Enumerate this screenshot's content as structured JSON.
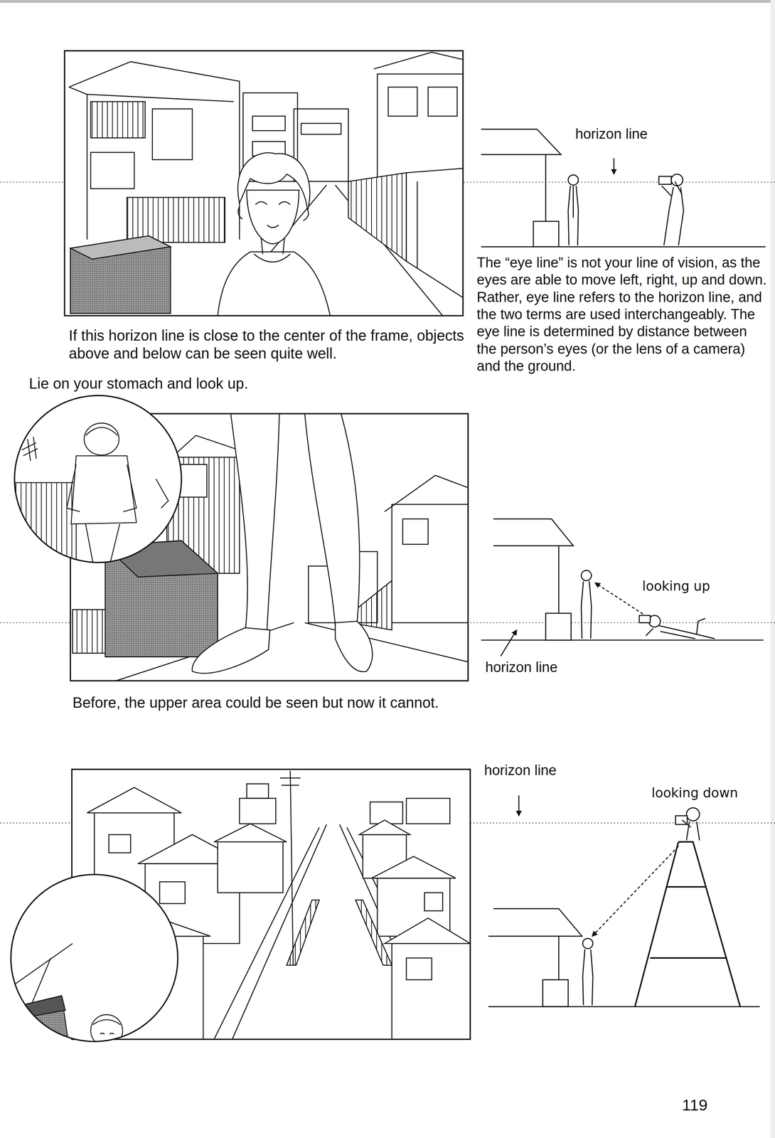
{
  "diagram": {
    "labels": [
      "horizon line",
      "If this horizon line is close to the center of the frame, objects above and below can be seen quite well.",
      "Lie on your stomach and look up.",
      "The “eye line” is not your line of vision, as the eyes are able to move left, right, up and down. Rather, eye line refers to the horizon line, and the two terms are used interchangeably. The eye line is determined by distance between the person’s eyes (or the lens of a camera) and the ground.",
      "looking up",
      "horizon line",
      "Before, the upper area could be seen but now it cannot.",
      "horizon line",
      "looking down",
      "119"
    ]
  }
}
